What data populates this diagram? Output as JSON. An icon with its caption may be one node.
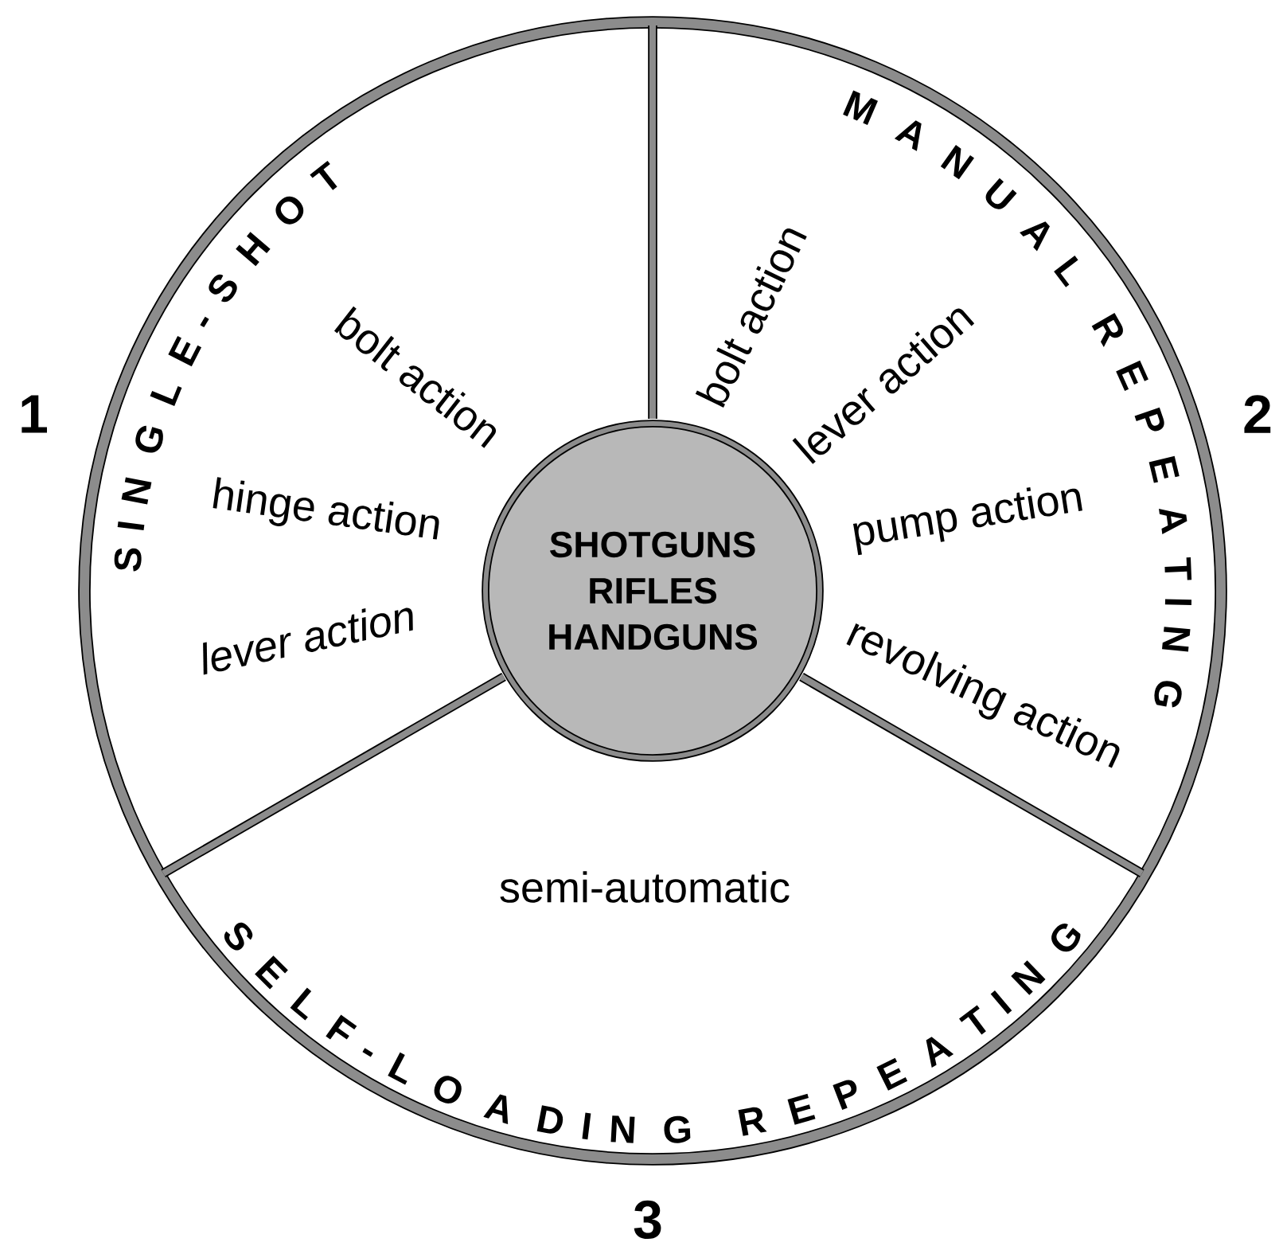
{
  "diagram": {
    "nodes": [
      {
        "text": [
          "SHOTGUNS RIFLES HANDGUNS"
        ]
      },
      {
        "text": [
          "SINGLE-SHOT",
          "bolt action",
          "hinge action",
          "lever action"
        ],
        "beside": [
          "1"
        ]
      },
      {
        "text": [
          "MANUAL REPEATING",
          "bolt action",
          "lever action",
          "pump action",
          "revolving action"
        ],
        "beside": [
          "2"
        ]
      },
      {
        "text": [
          "SELF-LOADING REPEATING",
          "semi-automatic"
        ],
        "beside": [
          "3"
        ]
      }
    ]
  }
}
